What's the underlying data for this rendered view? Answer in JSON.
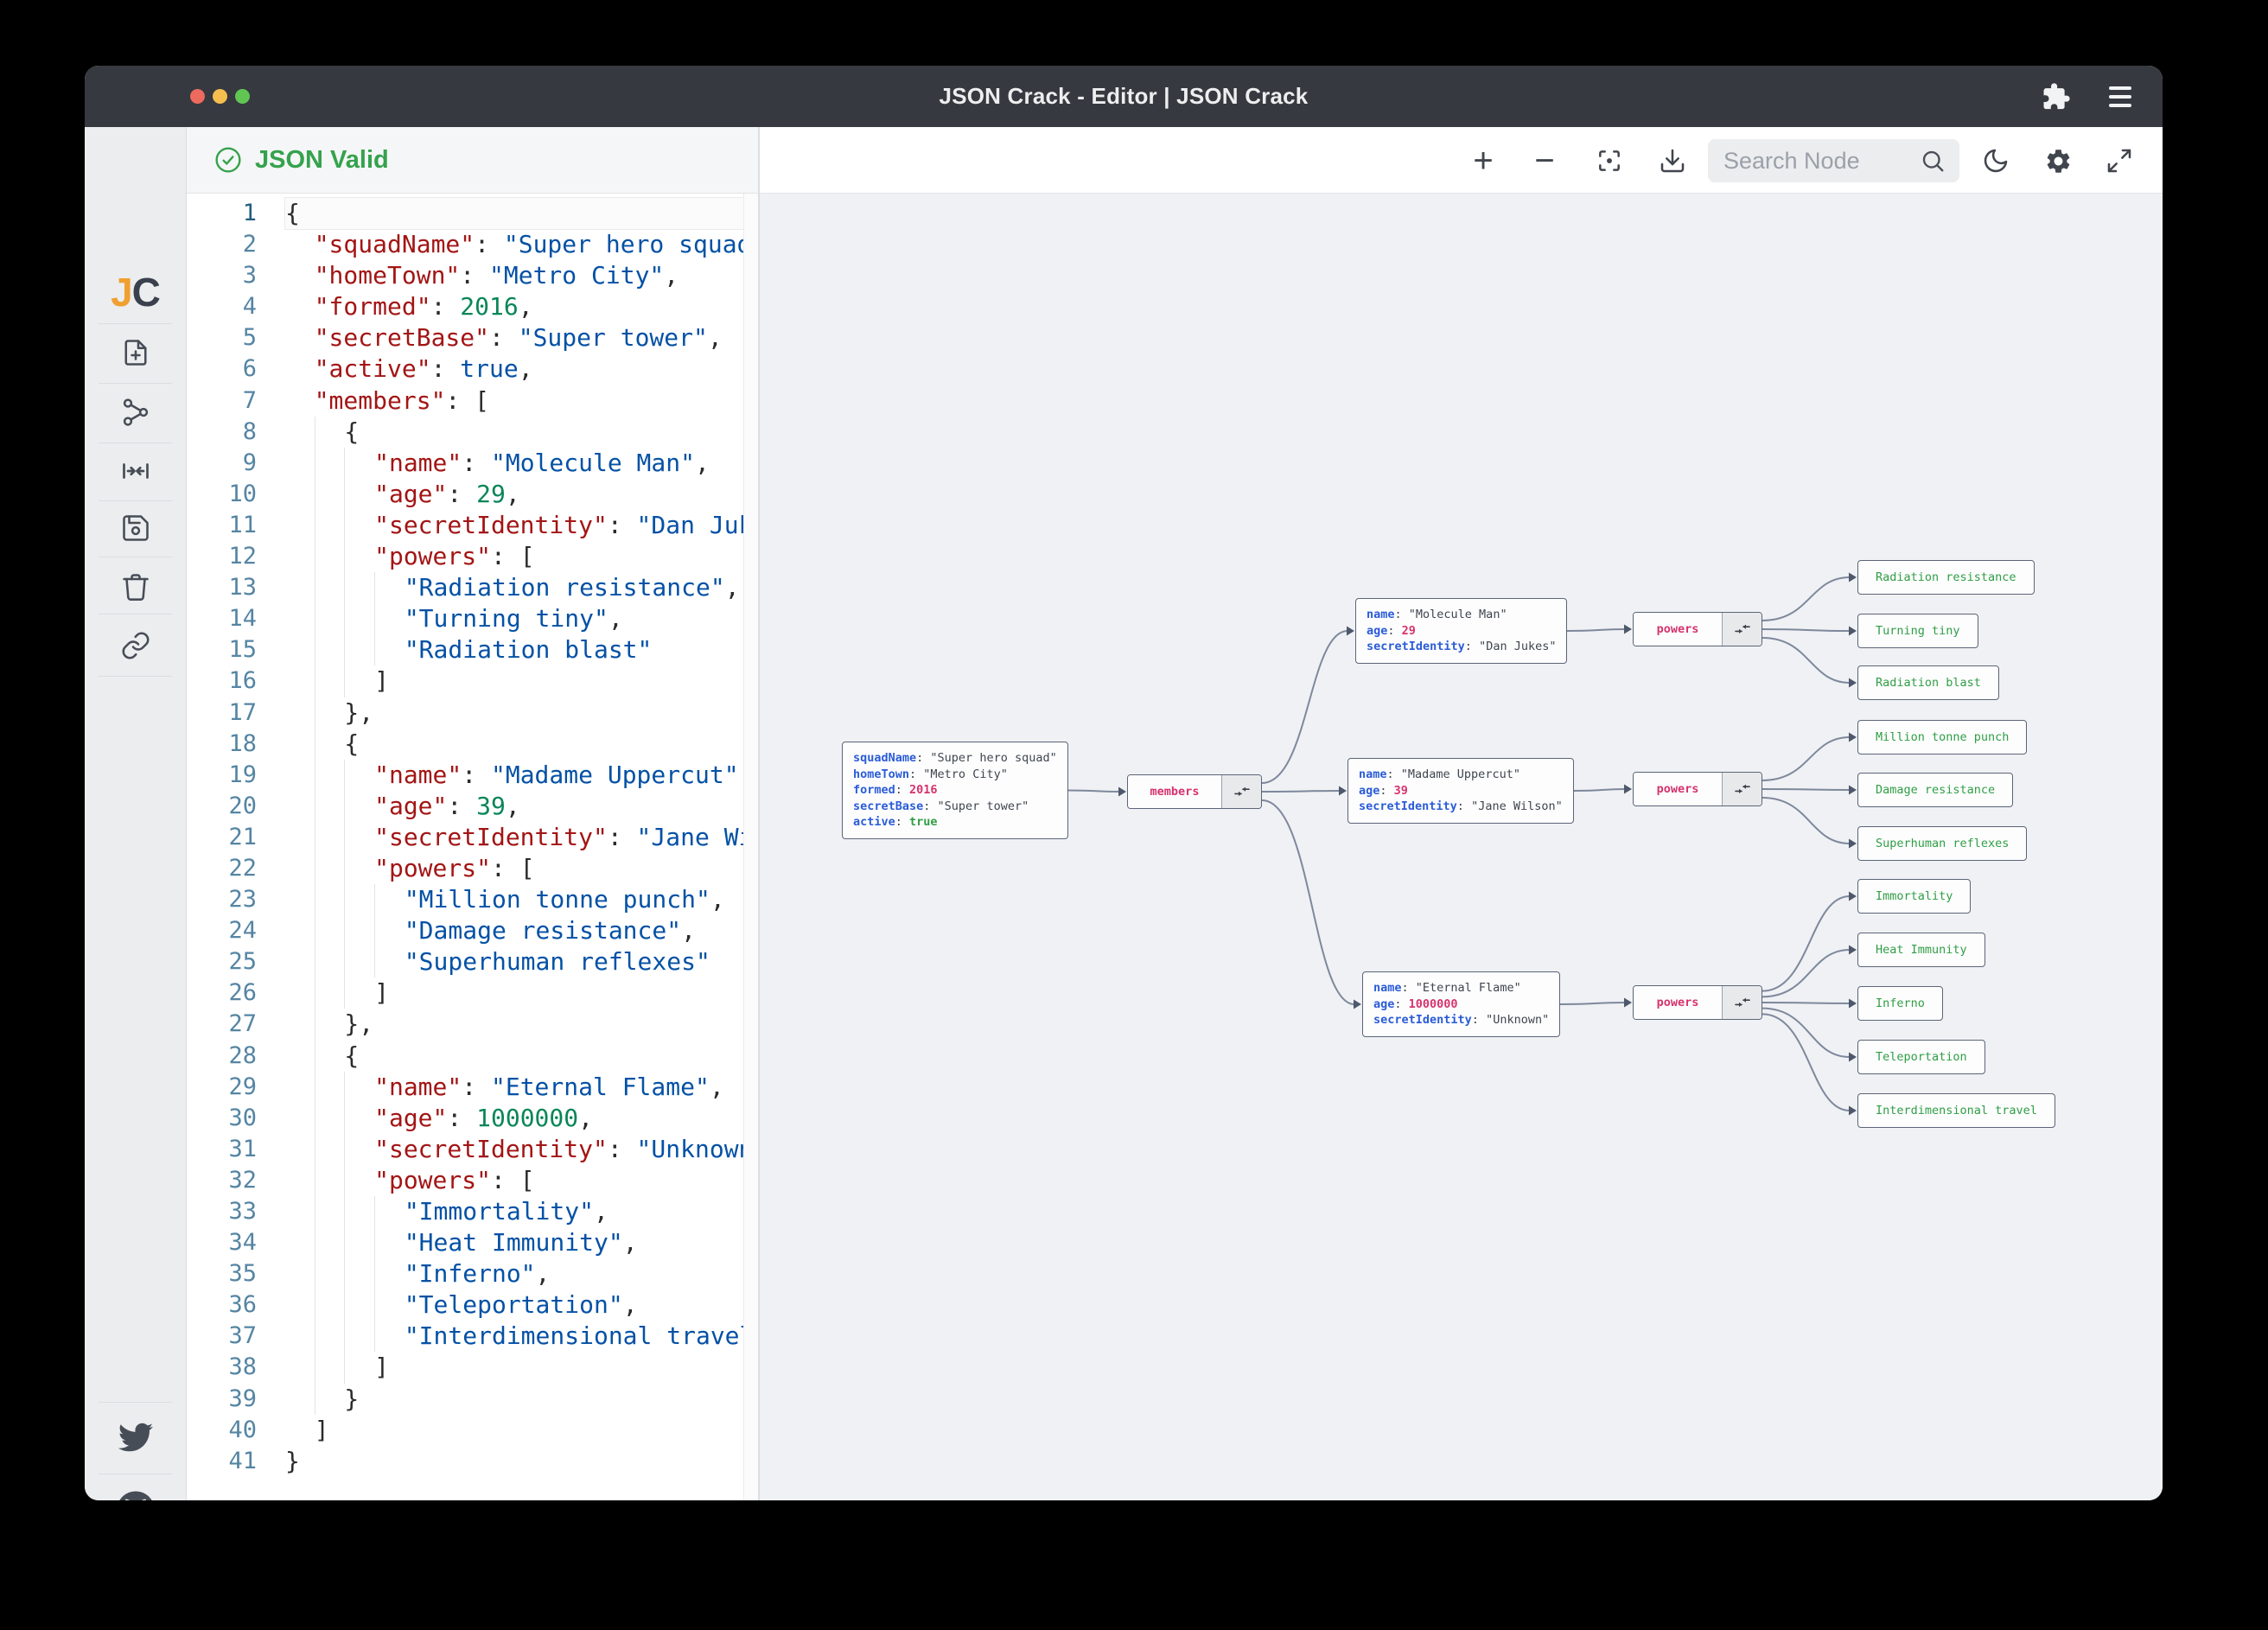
{
  "window": {
    "title": "JSON Crack - Editor | JSON Crack",
    "titlebar_icons": [
      "extension-puzzle",
      "menu"
    ],
    "traffic_lights": [
      "close",
      "minimize",
      "zoom"
    ]
  },
  "sidebar": {
    "logo_j": "J",
    "logo_c": "C",
    "icons": [
      "new-document",
      "graph-view",
      "collapse-nodes",
      "save",
      "delete",
      "share-link",
      "twitter",
      "github",
      "sponsor-heart"
    ]
  },
  "validation": {
    "label": "JSON Valid",
    "icon": "check-circle",
    "color": "#35A24D"
  },
  "toolbar": {
    "icons": [
      "zoom-in",
      "zoom-out",
      "focus-view",
      "download",
      "dark-mode-moon",
      "settings-gear",
      "fullscreen"
    ],
    "zoom_in_glyph": "+",
    "zoom_out_glyph": "−",
    "search_placeholder": "Search Node"
  },
  "editor": {
    "lines": [
      "{",
      "  \"squadName\": \"Super hero squad\",",
      "  \"homeTown\": \"Metro City\",",
      "  \"formed\": 2016,",
      "  \"secretBase\": \"Super tower\",",
      "  \"active\": true,",
      "  \"members\": [",
      "    {",
      "      \"name\": \"Molecule Man\",",
      "      \"age\": 29,",
      "      \"secretIdentity\": \"Dan Jukes\",",
      "      \"powers\": [",
      "        \"Radiation resistance\",",
      "        \"Turning tiny\",",
      "        \"Radiation blast\"",
      "      ]",
      "    },",
      "    {",
      "      \"name\": \"Madame Uppercut\",",
      "      \"age\": 39,",
      "      \"secretIdentity\": \"Jane Wilson\",",
      "      \"powers\": [",
      "        \"Million tonne punch\",",
      "        \"Damage resistance\",",
      "        \"Superhuman reflexes\"",
      "      ]",
      "    },",
      "    {",
      "      \"name\": \"Eternal Flame\",",
      "      \"age\": 1000000,",
      "      \"secretIdentity\": \"Unknown\",",
      "      \"powers\": [",
      "        \"Immortality\",",
      "        \"Heat Immunity\",",
      "        \"Inferno\",",
      "        \"Teleportation\",",
      "        \"Interdimensional travel\"",
      "      ]",
      "    }",
      "  ]",
      "}"
    ]
  },
  "graph": {
    "members_label": "members",
    "powers_label": "powers",
    "root": {
      "rows": [
        {
          "k": "squadName",
          "v": "\"Super hero squad\"",
          "t": "str"
        },
        {
          "k": "homeTown",
          "v": "\"Metro City\"",
          "t": "str"
        },
        {
          "k": "formed",
          "v": "2016",
          "t": "num"
        },
        {
          "k": "secretBase",
          "v": "\"Super tower\"",
          "t": "str"
        },
        {
          "k": "active",
          "v": "true",
          "t": "bool"
        }
      ]
    },
    "members": [
      {
        "rows": [
          {
            "k": "name",
            "v": "\"Molecule Man\"",
            "t": "str"
          },
          {
            "k": "age",
            "v": "29",
            "t": "num"
          },
          {
            "k": "secretIdentity",
            "v": "\"Dan Jukes\"",
            "t": "str"
          }
        ]
      },
      {
        "rows": [
          {
            "k": "name",
            "v": "\"Madame Uppercut\"",
            "t": "str"
          },
          {
            "k": "age",
            "v": "39",
            "t": "num"
          },
          {
            "k": "secretIdentity",
            "v": "\"Jane Wilson\"",
            "t": "str"
          }
        ]
      },
      {
        "rows": [
          {
            "k": "name",
            "v": "\"Eternal Flame\"",
            "t": "str"
          },
          {
            "k": "age",
            "v": "1000000",
            "t": "num"
          },
          {
            "k": "secretIdentity",
            "v": "\"Unknown\"",
            "t": "str"
          }
        ]
      }
    ],
    "powers": [
      [
        "Radiation resistance",
        "Turning tiny",
        "Radiation blast"
      ],
      [
        "Million tonne punch",
        "Damage resistance",
        "Superhuman reflexes"
      ],
      [
        "Immortality",
        "Heat Immunity",
        "Inferno",
        "Teleportation",
        "Interdimensional travel"
      ]
    ]
  },
  "colors": {
    "titlebar": "#36393F",
    "valid_green": "#35A24D",
    "node_key_blue": "#2A5CD7",
    "node_number_pink": "#D6336C",
    "node_leaf_green": "#2F9E44",
    "editor_key": "#A31515",
    "editor_string": "#0451A5",
    "editor_number": "#098658",
    "graph_bg": "#EFF1F4"
  }
}
